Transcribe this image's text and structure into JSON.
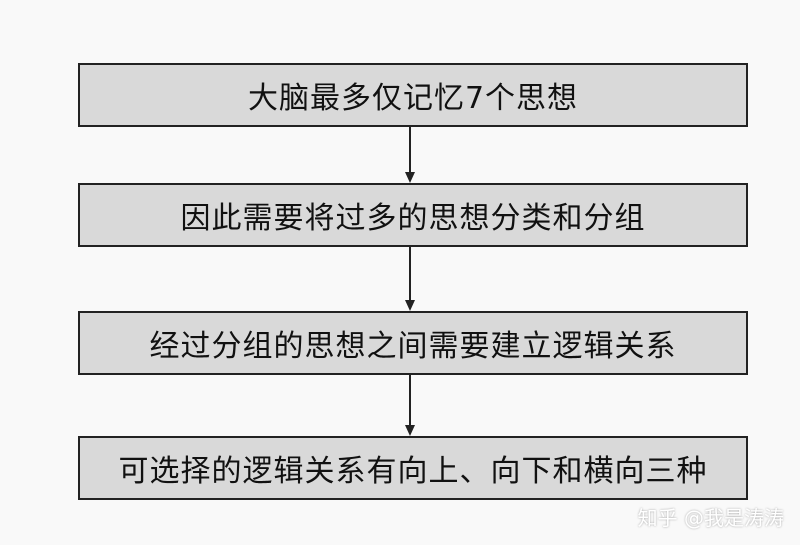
{
  "flowchart": {
    "steps": [
      {
        "label": "大脑最多仅记忆7个思想"
      },
      {
        "label": "因此需要将过多的思想分类和分组"
      },
      {
        "label": "经过分组的思想之间需要建立逻辑关系"
      },
      {
        "label": "可选择的逻辑关系有向上、向下和横向三种"
      }
    ]
  },
  "watermark": {
    "text": "知乎 @我是涛涛"
  },
  "colors": {
    "box_fill": "#d9d9d9",
    "box_border": "#222222",
    "text": "#111111",
    "background": "#f9f9f9"
  }
}
